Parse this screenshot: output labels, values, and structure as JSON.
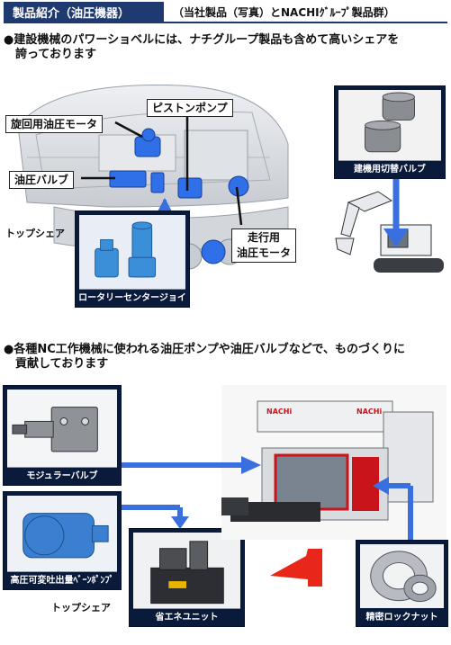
{
  "header": {
    "title": "製品紹介（油圧機器）",
    "subtitle": "（当社製品（写真）とNACHIｸﾞﾙｰﾌﾟ製品群）"
  },
  "section1": {
    "heading_line1": "●建設機械のパワーショベルには、ナチグループ製品も含めて高いシェアを",
    "heading_line2": "　誇っております",
    "labels": {
      "piston_pump": "ピストンポンプ",
      "swing_motor": "旋回用油圧モータ",
      "hydraulic_valve": "油圧バルブ",
      "travel_motor_line1": "走行用",
      "travel_motor_line2": "油圧モータ",
      "rotary_joint": "ロータリーセンタージョイント",
      "switch_valve": "建機用切替バルブ"
    },
    "top_share": "トップシェア"
  },
  "section2": {
    "heading_line1": "●各種NC工作機械に使われる油圧ポンプや油圧バルブなどで、ものづくりに",
    "heading_line2": "　貢献しております",
    "labels": {
      "modular_valve": "モジュラーバルブ",
      "vane_pump": "高圧可変吐出量ﾍﾞｰﾝﾎﾟﾝﾌﾟ",
      "energy_unit": "省エネユニット",
      "lock_nut": "精密ロックナット",
      "brand": "NACHi"
    },
    "top_share": "トップシェア"
  },
  "colors": {
    "navy": "#1f3a70",
    "arrow_blue": "#3a6fe0",
    "arrow_red": "#e8261a",
    "part_blue": "#2f6fe8"
  }
}
